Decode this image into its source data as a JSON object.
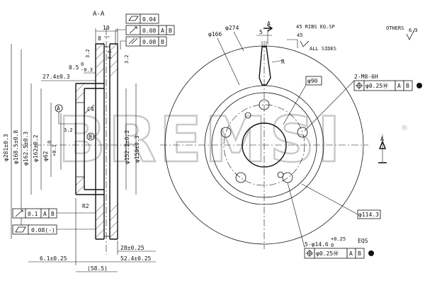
{
  "section_label": "A-A",
  "tolerances_top": {
    "flatness": "0.04",
    "runout": "0.08",
    "runout_refs": [
      "A",
      "B"
    ],
    "parallel": "0.08",
    "parallel_ref": "B"
  },
  "section_dims": {
    "width_10": "10",
    "dim_8": "8",
    "ang_32a": "3.2",
    "ang_32b": "3.2",
    "ang_32c": "3.2",
    "chamfer": "0.5",
    "chamfer_tol_top": "0",
    "chamfer_tol_bot": "-0.3",
    "hub_depth": "27.4±0.3",
    "c4": "C4",
    "datum_a": "A",
    "datum_b": "B",
    "r2": "R2",
    "d281": "φ281±0.3",
    "d168": "φ168.5±0.8",
    "d1625": "φ162.5±0.3",
    "d162": "φ162±0.2",
    "d62": "φ62",
    "d62_tol_top": "+0.1",
    "d62_tol_bot": "0",
    "d152": "φ152.2±0.2",
    "d159": "φ159±0.3",
    "dim_28": "28±0.25",
    "dim_524": "52.4±0.25",
    "dim_61": "6.1±0.25",
    "dim_585": "(58.5)"
  },
  "tolerances_bottom": {
    "position": "0.1",
    "refs": [
      "A",
      "B"
    ],
    "flatness": "0.08(-)"
  },
  "front_view": {
    "d166": "φ166",
    "d274": "φ274",
    "dim_5": "5",
    "ribs_note": "45 RIBS EQ.SP",
    "dim_45": "45",
    "all_sides": "ALL SIDES",
    "others": "OTHERS",
    "others_val": "6.3",
    "r_label": "R",
    "datum_a": "A",
    "d90": "φ90",
    "thread": "2-M8-6H",
    "thread_tol": "φ0.25Ⓜ",
    "thread_refs": [
      "A",
      "B"
    ],
    "d1143": "φ114.3",
    "holes": "5-φ14.6",
    "holes_tol_top": "+0.25",
    "holes_tol_bot": "0",
    "eqs": "EQS",
    "holes_pos": "φ0.25Ⓜ",
    "holes_refs": [
      "A",
      "B"
    ]
  },
  "watermark": {
    "text": "BREMSI",
    "reg": "®",
    "color": "#c8c8c8"
  }
}
